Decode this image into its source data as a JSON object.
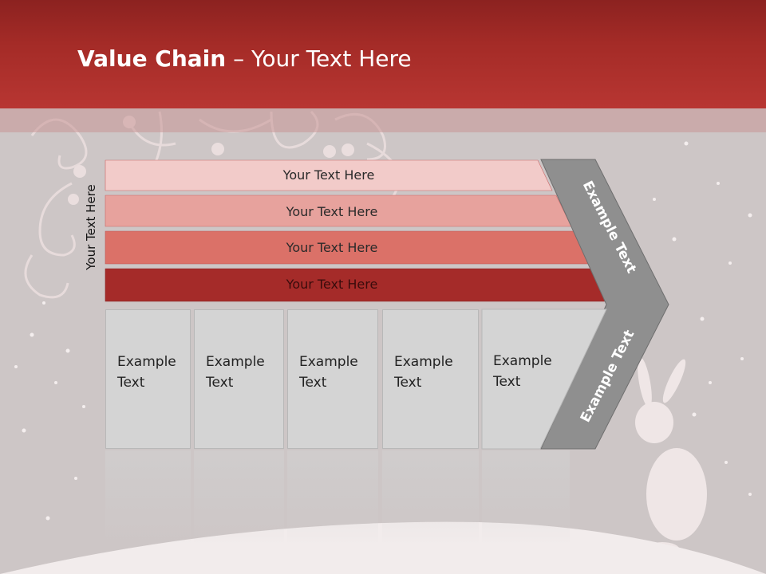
{
  "title": {
    "bold": "Value Chain",
    "rest": " – Your Text Here"
  },
  "side_label": "Your Text Here",
  "rows": [
    {
      "label": "Your Text Here",
      "color": "#f2cbc9"
    },
    {
      "label": "Your Text Here",
      "color": "#e7a29d"
    },
    {
      "label": "Your Text Here",
      "color": "#db7168"
    },
    {
      "label": "Your Text Here",
      "color": "#a52b29"
    }
  ],
  "boxes": [
    {
      "text": "Example\nText"
    },
    {
      "text": "Example\nText"
    },
    {
      "text": "Example\nText"
    },
    {
      "text": "Example\nText"
    },
    {
      "text": "Example\nText"
    }
  ],
  "chevron": {
    "top_label": "Example Text",
    "bottom_label": "Example Text",
    "color": "#8f8f8f"
  },
  "colors": {
    "title_bar": "#a42b27",
    "background": "#cdc6c6"
  }
}
